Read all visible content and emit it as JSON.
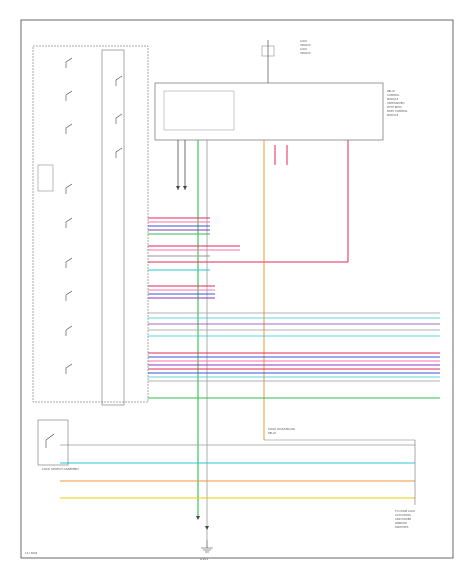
{
  "diagram": {
    "left_module_label": "LOCK SWITCH ASSEMBLY",
    "ground_label": "G101",
    "top_right_block": [
      "LOCK",
      "UNLOCK",
      "LOCK",
      "UNLOCK"
    ],
    "right_note": [
      "RELAY",
      "CONTROL",
      "MODULE",
      "(INTEGRATED",
      "WITH BCM)",
      "BODY CONTROL",
      "MODULE"
    ],
    "bottom_right_note": [
      "TO DOOR LOCK",
      "ACTUATORS",
      "AND POWER",
      "WINDOW",
      "SWITCHES"
    ],
    "mid_note": [
      "DOOR LOCK/UNLOCK",
      "RELAY"
    ],
    "footer_code": "111 3604"
  },
  "colors": {
    "wire_red": "#e02a5a",
    "wire_pink": "#ff6fa8",
    "wire_green": "#2fbf4f",
    "wire_blue": "#3a55d8",
    "wire_purple": "#8a3ab9",
    "wire_orange": "#f0963a",
    "wire_yellow": "#e8d000",
    "wire_cyan": "#27c8d0",
    "wire_gray": "#9a9a9a",
    "wire_black": "#222222",
    "frame": "#333333"
  }
}
